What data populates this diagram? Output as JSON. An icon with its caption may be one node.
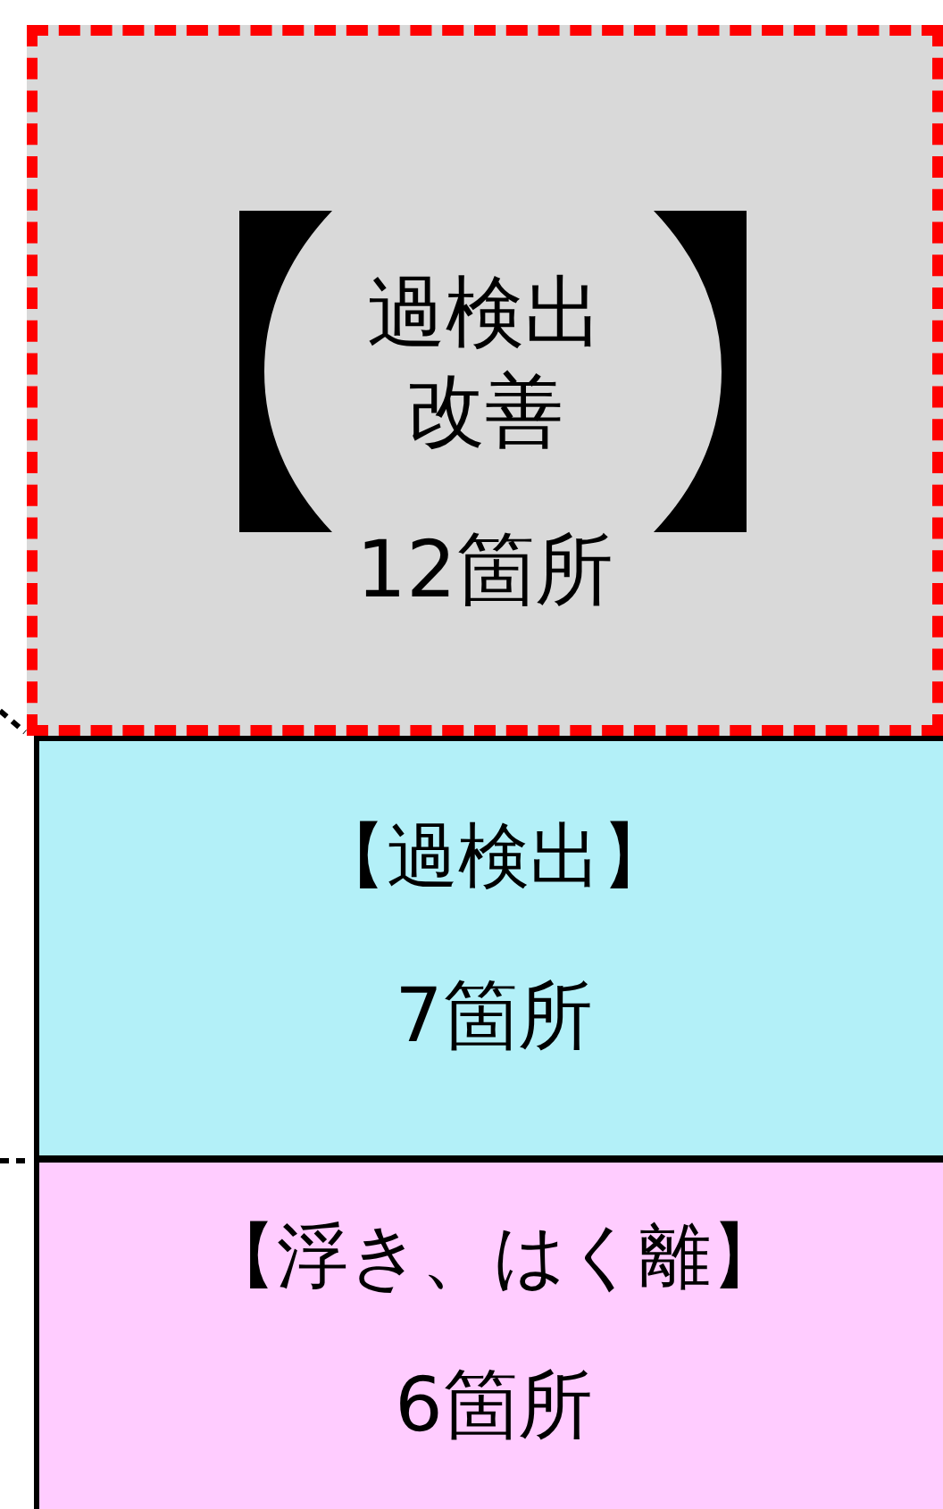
{
  "diagram": {
    "nodes": [
      {
        "text": [
          "過検出改善",
          "12箇所"
        ]
      },
      {
        "text": [
          "【過検出】",
          "7箇所"
        ]
      },
      {
        "text": [
          "【浮き、はく離】",
          "6箇所"
        ]
      }
    ]
  }
}
